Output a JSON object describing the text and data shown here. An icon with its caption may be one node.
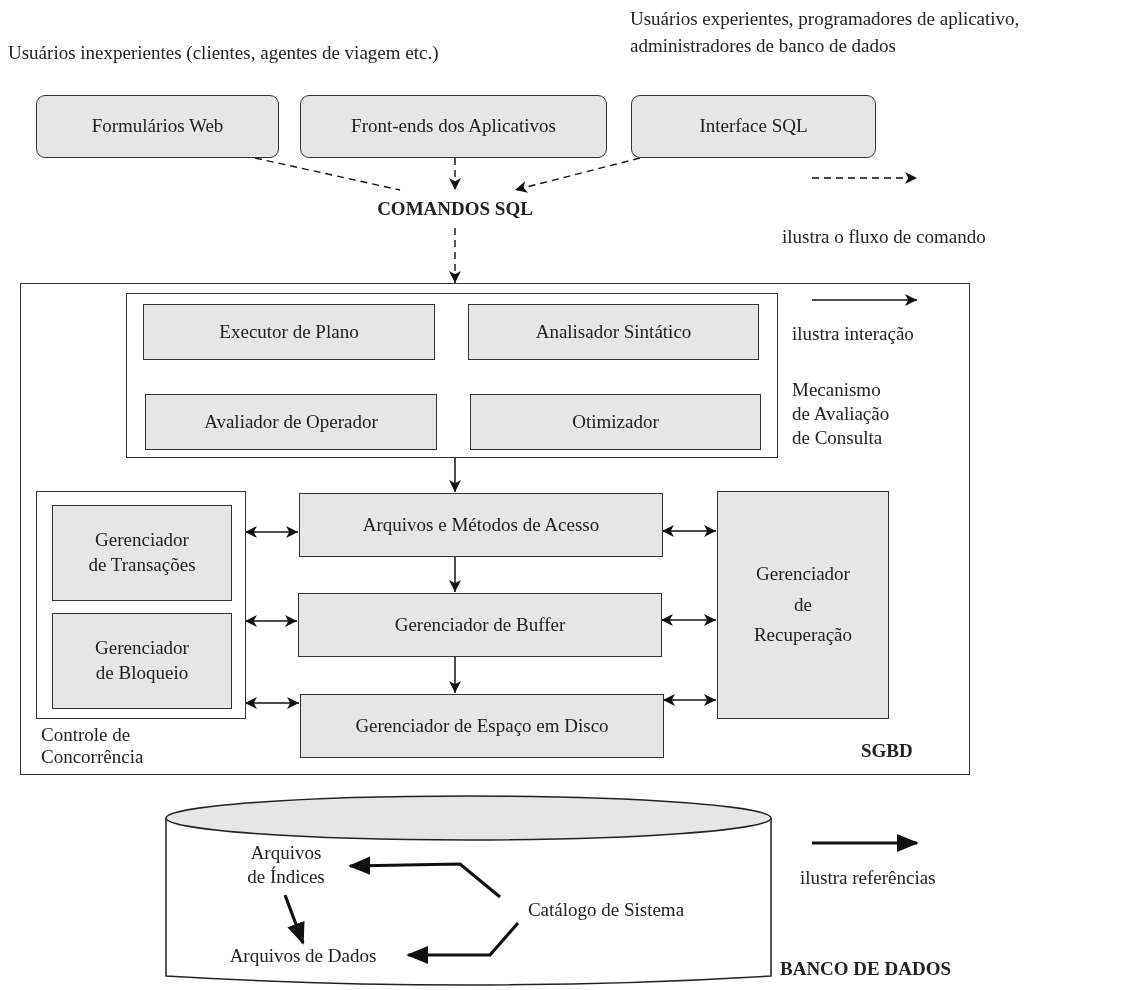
{
  "diagram": {
    "nodes": [
      {
        "text": [
          "Formulários Web"
        ]
      },
      {
        "text": [
          "Front-ends dos Aplicativos"
        ]
      },
      {
        "text": [
          "Interface SQL"
        ]
      },
      {
        "text": [
          "COMANDOS SQL"
        ]
      },
      {
        "text": [
          "SGBD"
        ]
      },
      {
        "text": [
          "Mecanismo de Avaliação de Consulta"
        ],
        "in": 4
      },
      {
        "text": [
          "Executor de Plano"
        ],
        "in": 5
      },
      {
        "text": [
          "Analisador Sintático"
        ],
        "in": 5
      },
      {
        "text": [
          "Avaliador de Operador"
        ],
        "in": 5
      },
      {
        "text": [
          "Otimizador"
        ],
        "in": 5
      },
      {
        "text": [
          "Controle de Concorrência"
        ],
        "in": 4
      },
      {
        "text": [
          "Gerenciador de Transações"
        ],
        "in": 10
      },
      {
        "text": [
          "Gerenciador de Bloqueio"
        ],
        "in": 10
      },
      {
        "text": [
          "Arquivos e Métodos de Acesso"
        ],
        "in": 4
      },
      {
        "text": [
          "Gerenciador de Buffer"
        ],
        "in": 4
      },
      {
        "text": [
          "Gerenciador de Espaço em Disco"
        ],
        "in": 4
      },
      {
        "text": [
          "Gerenciador de Recuperação"
        ],
        "in": 4
      },
      {
        "text": [
          "BANCO DE DADOS"
        ]
      },
      {
        "text": [
          "Arquivos de Índices"
        ],
        "in": 17
      },
      {
        "text": [
          "Catálogo de Sistema"
        ],
        "in": 17
      },
      {
        "text": [
          "Arquivos de Dados"
        ],
        "in": 17
      }
    ],
    "edges": [
      {
        "from": 0,
        "to": 3,
        "arrow": "none",
        "style": "dashed"
      },
      {
        "from": 1,
        "to": 3,
        "arrow": "to",
        "style": "dashed"
      },
      {
        "from": 2,
        "to": 3,
        "arrow": "to",
        "style": "dashed"
      },
      {
        "from": 3,
        "to": 4,
        "arrow": "to",
        "style": "dashed"
      },
      {
        "from": 5,
        "to": 13,
        "arrow": "to"
      },
      {
        "from": 13,
        "to": 14,
        "arrow": "to"
      },
      {
        "from": 14,
        "to": 15,
        "arrow": "to"
      },
      {
        "from": 10,
        "to": 13,
        "arrow": "both"
      },
      {
        "from": 10,
        "to": 14,
        "arrow": "both"
      },
      {
        "from": 10,
        "to": 15,
        "arrow": "both"
      },
      {
        "from": 13,
        "to": 16,
        "arrow": "both"
      },
      {
        "from": 14,
        "to": 16,
        "arrow": "both"
      },
      {
        "from": 15,
        "to": 16,
        "arrow": "both"
      },
      {
        "from": 19,
        "to": 18,
        "arrow": "to",
        "style": "thick"
      },
      {
        "from": 19,
        "to": 20,
        "arrow": "to",
        "style": "thick"
      },
      {
        "from": 18,
        "to": 20,
        "arrow": "to",
        "style": "thick"
      }
    ],
    "labels": [
      "Usuários inexperientes (clientes, agentes de viagem etc.)",
      "Usuários experientes, programadores de aplicativo, administradores de banco de dados"
    ],
    "legend": [
      {
        "text": "ilustra o fluxo de comando"
      },
      {
        "text": "ilustra interação"
      },
      {
        "text": "ilustra referências"
      }
    ]
  }
}
